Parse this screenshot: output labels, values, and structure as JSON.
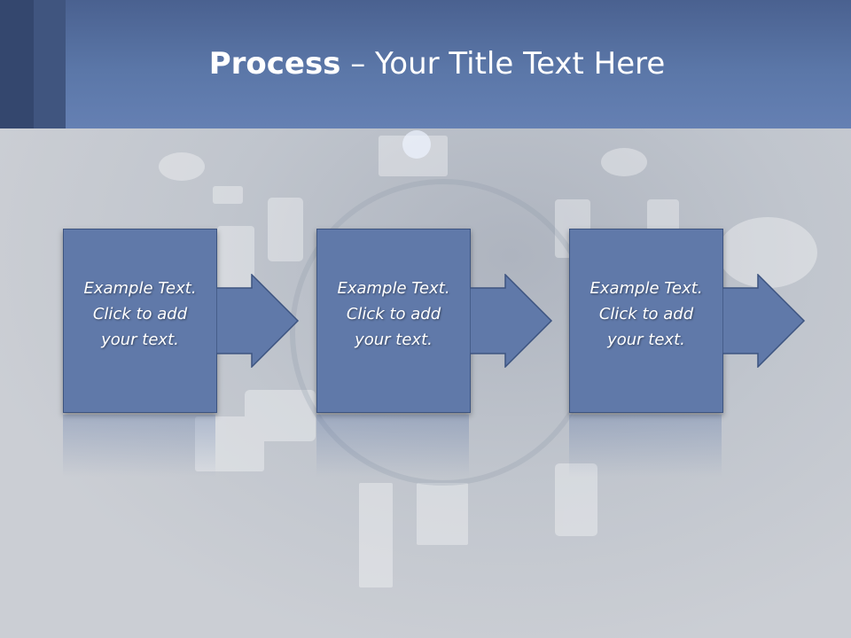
{
  "slide": {
    "title_bold": "Process",
    "title_rest": " – Your Title Text Here"
  },
  "steps": [
    {
      "text": "Example Text.\nClick  to add\nyour text."
    },
    {
      "text": "Example Text.\nClick  to add\nyour text."
    },
    {
      "text": "Example Text.\nClick  to add\nyour text."
    }
  ],
  "colors": {
    "header": "#5b77a8",
    "box_fill": "#6079a9",
    "box_border": "#3d5480",
    "background": "#c9ccd2"
  }
}
